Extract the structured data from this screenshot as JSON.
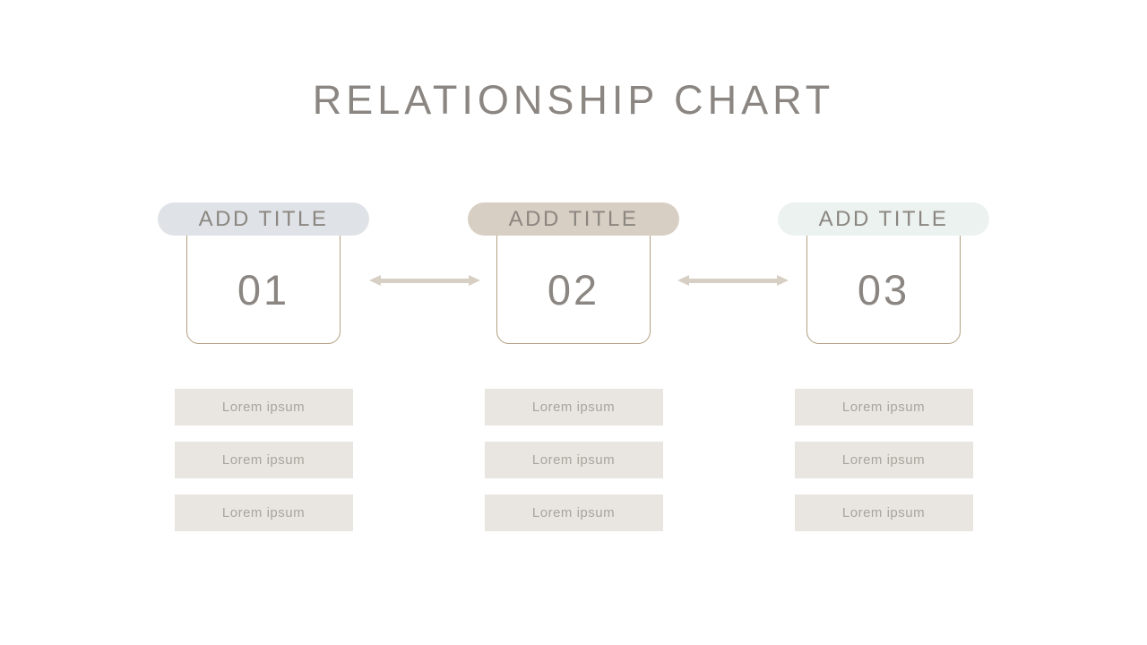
{
  "slide": {
    "title": "RELATIONSHIP CHART"
  },
  "columns": [
    {
      "header": "ADD TITLE",
      "header_color": "#dfe3e7",
      "number": "01",
      "items": [
        "Lorem ipsum",
        "Lorem ipsum",
        "Lorem ipsum"
      ]
    },
    {
      "header": "ADD TITLE",
      "header_color": "#d8cfc4",
      "number": "02",
      "items": [
        "Lorem ipsum",
        "Lorem ipsum",
        "Lorem ipsum"
      ]
    },
    {
      "header": "ADD TITLE",
      "header_color": "#ecf2f0",
      "number": "03",
      "items": [
        "Lorem ipsum",
        "Lorem ipsum",
        "Lorem ipsum"
      ]
    }
  ],
  "connectors": [
    {
      "type": "double-headed-arrow",
      "between": "01-02"
    },
    {
      "type": "double-headed-arrow",
      "between": "02-03"
    }
  ],
  "colors": {
    "background": "#ffffff",
    "title_text": "#8b8681",
    "header_text": "#8b8680",
    "number_text": "#8b8681",
    "card_border": "#b3a183",
    "arrow": "#d8cfc4",
    "item_bg": "#e9e5e0",
    "item_text": "#a9a49e"
  }
}
